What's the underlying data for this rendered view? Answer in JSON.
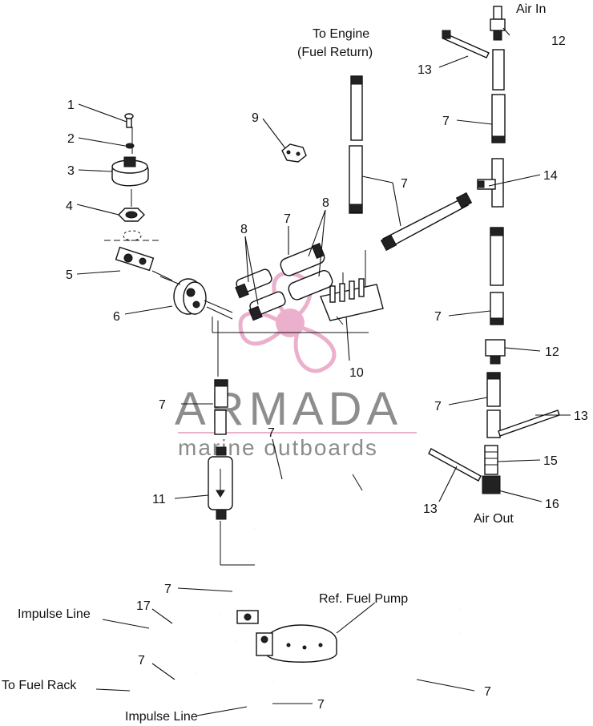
{
  "labels": {
    "air_in": "Air In",
    "to_engine_line1": "To Engine",
    "to_engine_line2": "(Fuel Return)",
    "air_out": "Air Out",
    "ref_fuel_pump": "Ref. Fuel Pump",
    "impulse_line_top": "Impulse Line",
    "to_fuel_rack": "To Fuel Rack",
    "impulse_line_bottom": "Impulse Line"
  },
  "callouts": {
    "c1": "1",
    "c2": "2",
    "c3": "3",
    "c4": "4",
    "c5": "5",
    "c6": "6",
    "c7_left_top": "7",
    "c7_left": "7",
    "c7_center": "7",
    "c7_eng": "7",
    "c7_r1": "7",
    "c7_r2": "7",
    "c7_r3": "7",
    "c7_loop": "7",
    "c7_bl": "7",
    "c7_br": "7",
    "c7_bot": "7",
    "c8a": "8",
    "c8b": "8",
    "c9": "9",
    "c10": "10",
    "c11": "11",
    "c12_top": "12",
    "c12_mid": "12",
    "c13_top": "13",
    "c13_right": "13",
    "c13_bottom": "13",
    "c14": "14",
    "c15": "15",
    "c16": "16",
    "c17": "17"
  },
  "watermark": {
    "brand": "ARMADA",
    "tagline": "marine outboards",
    "brand_color": "#7a7a7a",
    "accent_color": "#e8a3c4"
  }
}
